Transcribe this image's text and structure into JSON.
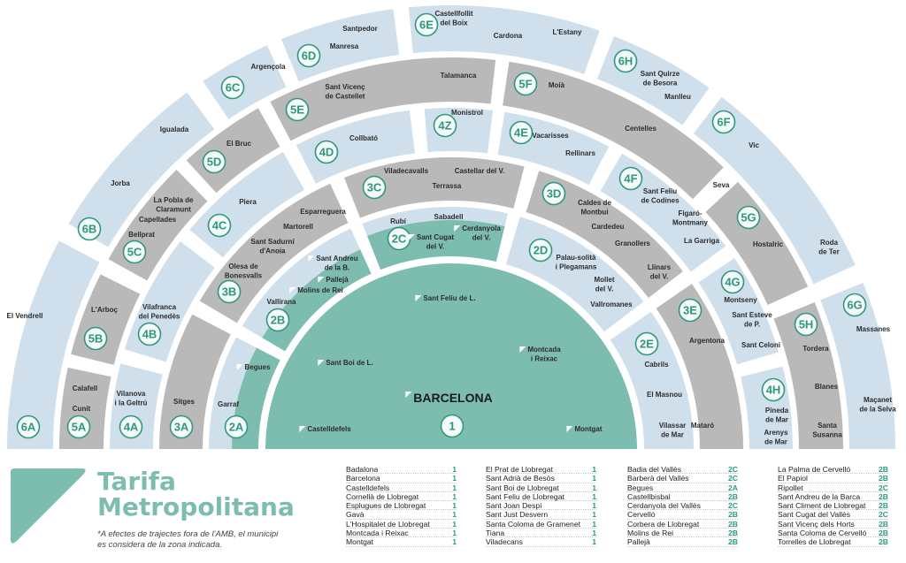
{
  "title": {
    "line1": "Tarifa",
    "line2": "Metropolitana",
    "note": "*A efectes de trajectes fora de l'AMB, el municipi es considera de la zona indicada."
  },
  "colors": {
    "teal": "#7dbdb0",
    "light_blue": "#cfdfec",
    "gray": "#b9b9b9",
    "badge": "#2f9780"
  },
  "map": {
    "zones": [
      {
        "badge": "1",
        "towns": [
          {
            "lines": [
              "Sant Feliu de L."
            ],
            "amb": true
          },
          {
            "lines": [
              "Sant Boi de L."
            ],
            "amb": true
          },
          {
            "lines": [
              "Montcada",
              "i Reixac"
            ],
            "amb": true
          },
          {
            "lines": [
              "BARCELONA"
            ],
            "amb": true
          },
          {
            "lines": [
              "Castelldefels"
            ],
            "amb": true
          },
          {
            "lines": [
              "Montgat"
            ],
            "amb": true
          }
        ]
      },
      {
        "badge": "2A",
        "towns": [
          {
            "lines": [
              "Begues"
            ],
            "amb": true
          },
          {
            "lines": [
              "Garraf"
            ]
          }
        ]
      },
      {
        "badge": "2B",
        "towns": [
          {
            "lines": [
              "Sant Andreu",
              "de la B."
            ],
            "amb": true
          },
          {
            "lines": [
              "Pallejà"
            ],
            "amb": true
          },
          {
            "lines": [
              "Molins de Rei"
            ],
            "amb": true
          },
          {
            "lines": [
              "Vallirana"
            ]
          }
        ]
      },
      {
        "badge": "2C",
        "towns": [
          {
            "lines": [
              "Rubí"
            ]
          },
          {
            "lines": [
              "Sabadell"
            ]
          },
          {
            "lines": [
              "Sant Cugat",
              "del V."
            ],
            "amb": true
          },
          {
            "lines": [
              "Cerdanyola",
              "del V."
            ],
            "amb": true
          }
        ]
      },
      {
        "badge": "2D",
        "towns": [
          {
            "lines": [
              "Palau-solità",
              "i Plegamans"
            ]
          },
          {
            "lines": [
              "Mollet",
              "del V."
            ]
          },
          {
            "lines": [
              "Vallromanes"
            ]
          }
        ]
      },
      {
        "badge": "2E",
        "towns": [
          {
            "lines": [
              "Cabrils"
            ]
          },
          {
            "lines": [
              "El Masnou"
            ]
          },
          {
            "lines": [
              "Vilassar",
              "de Mar"
            ]
          }
        ]
      },
      {
        "badge": "3A",
        "towns": [
          {
            "lines": [
              "Sitges"
            ]
          }
        ]
      },
      {
        "badge": "3B",
        "towns": [
          {
            "lines": [
              "Esparreguera"
            ]
          },
          {
            "lines": [
              "Martorell"
            ]
          },
          {
            "lines": [
              "Sant Sadurní",
              "d'Anoia"
            ]
          },
          {
            "lines": [
              "Olesa de",
              "Bonesvalls"
            ]
          }
        ]
      },
      {
        "badge": "3C",
        "towns": [
          {
            "lines": [
              "Viladecavalls"
            ]
          },
          {
            "lines": [
              "Castellar del V."
            ]
          },
          {
            "lines": [
              "Terrassa"
            ]
          }
        ]
      },
      {
        "badge": "3D",
        "towns": [
          {
            "lines": [
              "Caldes de",
              "Montbui"
            ]
          },
          {
            "lines": [
              "Cardedeu"
            ]
          },
          {
            "lines": [
              "Granollers"
            ]
          },
          {
            "lines": [
              "Llinars",
              "del V."
            ]
          }
        ]
      },
      {
        "badge": "3E",
        "towns": [
          {
            "lines": [
              "Argentona"
            ]
          },
          {
            "lines": [
              "Mataró"
            ]
          }
        ]
      },
      {
        "badge": "4A",
        "towns": [
          {
            "lines": [
              "Vilanova",
              "i la Geltrú"
            ]
          }
        ]
      },
      {
        "badge": "4B",
        "towns": [
          {
            "lines": [
              "Vilafranca",
              "del Penedès"
            ]
          }
        ]
      },
      {
        "badge": "4C",
        "towns": [
          {
            "lines": [
              "Piera"
            ]
          }
        ]
      },
      {
        "badge": "4D",
        "towns": [
          {
            "lines": [
              "Collbató"
            ]
          }
        ]
      },
      {
        "badge": "4Z",
        "towns": [
          {
            "lines": [
              "Monistrol"
            ]
          }
        ]
      },
      {
        "badge": "4E",
        "towns": [
          {
            "lines": [
              "Vacarisses"
            ]
          },
          {
            "lines": [
              "Rellinars"
            ]
          }
        ]
      },
      {
        "badge": "4F",
        "towns": [
          {
            "lines": [
              "Sant Feliu",
              "de Codines"
            ]
          },
          {
            "lines": [
              "Figaró-",
              "Montmany"
            ]
          },
          {
            "lines": [
              "La Garriga"
            ]
          }
        ]
      },
      {
        "badge": "4G",
        "towns": [
          {
            "lines": [
              "Montseny"
            ]
          },
          {
            "lines": [
              "Sant Esteve",
              "de P."
            ]
          },
          {
            "lines": [
              "Sant Celoni"
            ]
          }
        ]
      },
      {
        "badge": "4H",
        "towns": [
          {
            "lines": [
              "Pineda",
              "de Mar"
            ]
          },
          {
            "lines": [
              "Arenys",
              "de Mar"
            ]
          }
        ]
      },
      {
        "badge": "5A",
        "towns": [
          {
            "lines": [
              "Calafell"
            ]
          },
          {
            "lines": [
              "Cunit"
            ]
          }
        ]
      },
      {
        "badge": "5B",
        "towns": [
          {
            "lines": [
              "L'Arboç"
            ]
          }
        ]
      },
      {
        "badge": "5C",
        "towns": [
          {
            "lines": [
              "La Pobla de",
              "Claramunt"
            ]
          },
          {
            "lines": [
              "Capellades"
            ]
          },
          {
            "lines": [
              "Bellprat"
            ]
          }
        ]
      },
      {
        "badge": "5D",
        "towns": [
          {
            "lines": [
              "El Bruc"
            ]
          }
        ]
      },
      {
        "badge": "5E",
        "towns": [
          {
            "lines": [
              "Sant Vicenç",
              "de Castellet"
            ]
          },
          {
            "lines": [
              "Talamanca"
            ]
          }
        ]
      },
      {
        "badge": "5F",
        "towns": [
          {
            "lines": [
              "Moià"
            ]
          },
          {
            "lines": [
              "Centelles"
            ]
          },
          {
            "lines": [
              "Seva"
            ]
          }
        ]
      },
      {
        "badge": "5G",
        "towns": [
          {
            "lines": [
              "Hostalric"
            ]
          }
        ]
      },
      {
        "badge": "5H",
        "towns": [
          {
            "lines": [
              "Tordera"
            ]
          },
          {
            "lines": [
              "Blanes"
            ]
          },
          {
            "lines": [
              "Santa",
              "Susanna"
            ]
          }
        ]
      },
      {
        "badge": "6A",
        "towns": [
          {
            "lines": [
              "El Vendrell"
            ]
          }
        ]
      },
      {
        "badge": "6B",
        "towns": [
          {
            "lines": [
              "Jorba"
            ]
          },
          {
            "lines": [
              "Igualada"
            ]
          }
        ]
      },
      {
        "badge": "6C",
        "towns": [
          {
            "lines": [
              "Argençola"
            ]
          }
        ]
      },
      {
        "badge": "6D",
        "towns": [
          {
            "lines": [
              "Santpedor"
            ]
          },
          {
            "lines": [
              "Manresa"
            ]
          }
        ]
      },
      {
        "badge": "6E",
        "towns": [
          {
            "lines": [
              "Castellfollit",
              "del Boix"
            ]
          },
          {
            "lines": [
              "Cardona"
            ]
          },
          {
            "lines": [
              "L'Estany"
            ]
          }
        ]
      },
      {
        "badge": "6H",
        "towns": [
          {
            "lines": [
              "Sant Quirze",
              "de Besora"
            ]
          },
          {
            "lines": [
              "Manlleu"
            ]
          }
        ]
      },
      {
        "badge": "6F",
        "towns": [
          {
            "lines": [
              "Vic"
            ]
          },
          {
            "lines": [
              "Roda",
              "de Ter"
            ]
          }
        ]
      },
      {
        "badge": "6G",
        "towns": [
          {
            "lines": [
              "Massanes"
            ]
          },
          {
            "lines": [
              "Maçanet",
              "de la Selva"
            ]
          }
        ]
      }
    ]
  },
  "legend": {
    "columns": [
      [
        {
          "name": "Badalona",
          "zone": "1"
        },
        {
          "name": "Barcelona",
          "zone": "1"
        },
        {
          "name": "Castelldefels",
          "zone": "1"
        },
        {
          "name": "Cornellà de Llobregat",
          "zone": "1"
        },
        {
          "name": "Esplugues de Llobregat",
          "zone": "1"
        },
        {
          "name": "Gavà",
          "zone": "1"
        },
        {
          "name": "L'Hospitalet de Llobregat",
          "zone": "1"
        },
        {
          "name": "Montcada i Reixac",
          "zone": "1"
        },
        {
          "name": "Montgat",
          "zone": "1"
        }
      ],
      [
        {
          "name": "El Prat de Llobregat",
          "zone": "1"
        },
        {
          "name": "Sant Adrià de Besòs",
          "zone": "1"
        },
        {
          "name": "Sant Boi de Llobregat",
          "zone": "1"
        },
        {
          "name": "Sant Feliu de Llobregat",
          "zone": "1"
        },
        {
          "name": "Sant Joan Despí",
          "zone": "1"
        },
        {
          "name": "Sant Just Desvern",
          "zone": "1"
        },
        {
          "name": "Santa Coloma de Gramenet",
          "zone": "1"
        },
        {
          "name": "Tiana",
          "zone": "1"
        },
        {
          "name": "Viladecans",
          "zone": "1"
        }
      ],
      [
        {
          "name": "Badia del Vallès",
          "zone": "2C"
        },
        {
          "name": "Barberà del Vallès",
          "zone": "2C"
        },
        {
          "name": "Begues",
          "zone": "2A"
        },
        {
          "name": "Castellbisbal",
          "zone": "2B"
        },
        {
          "name": "Cerdanyola del Vallès",
          "zone": "2C"
        },
        {
          "name": "Cervelló",
          "zone": "2B"
        },
        {
          "name": "Corbera de Llobregat",
          "zone": "2B"
        },
        {
          "name": "Molins de Rei",
          "zone": "2B"
        },
        {
          "name": "Pallejà",
          "zone": "2B"
        }
      ],
      [
        {
          "name": "La Palma de Cervelló",
          "zone": "2B"
        },
        {
          "name": "El Papiol",
          "zone": "2B"
        },
        {
          "name": "Ripollet",
          "zone": "2C"
        },
        {
          "name": "Sant Andreu de la Barca",
          "zone": "2B"
        },
        {
          "name": "Sant Climent de Llobregat",
          "zone": "2B"
        },
        {
          "name": "Sant Cugat del Vallès",
          "zone": "2C"
        },
        {
          "name": "Sant Vicenç dels Horts",
          "zone": "2B"
        },
        {
          "name": "Santa Coloma de Cervelló",
          "zone": "2B"
        },
        {
          "name": "Torrelles de Llobregat",
          "zone": "2B"
        }
      ]
    ]
  }
}
